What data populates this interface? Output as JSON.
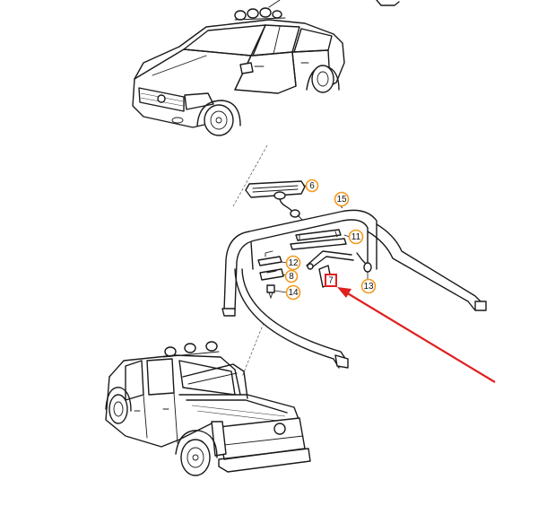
{
  "callouts": [
    {
      "id": "c6",
      "label": "6"
    },
    {
      "id": "c15",
      "label": "15"
    },
    {
      "id": "c11",
      "label": "11"
    },
    {
      "id": "c12",
      "label": "12"
    },
    {
      "id": "c8",
      "label": "8"
    },
    {
      "id": "c14",
      "label": "14"
    },
    {
      "id": "c13",
      "label": "13"
    }
  ],
  "highlight": {
    "label": "7",
    "color": "#e02020"
  },
  "colors": {
    "callout_ring": "#f39a1e",
    "line": "#1a1a1a"
  }
}
